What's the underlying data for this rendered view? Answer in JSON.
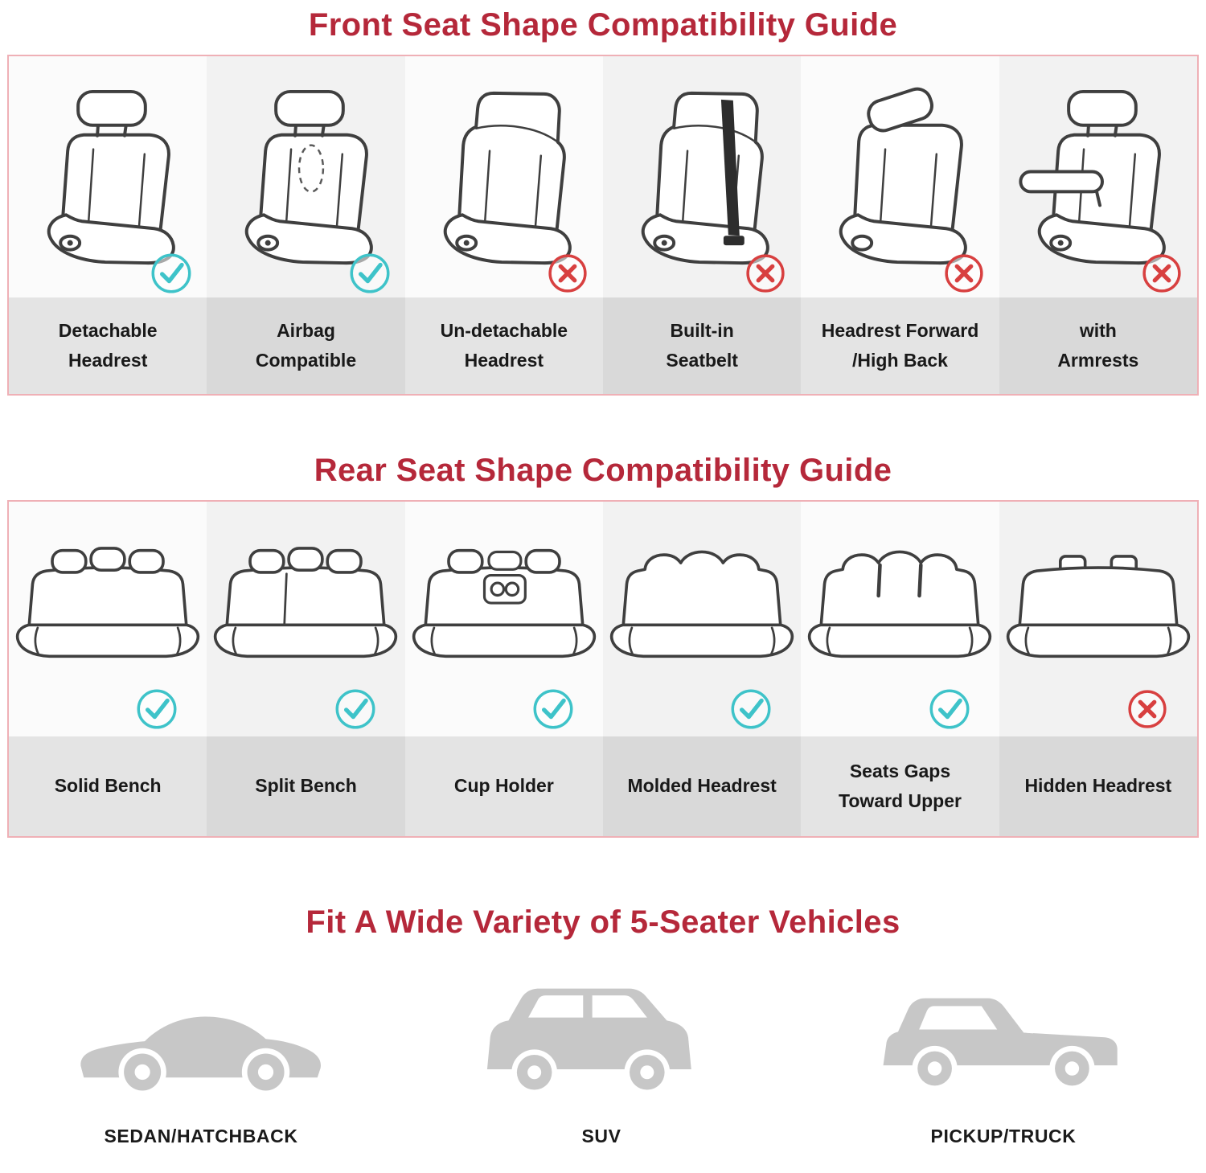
{
  "colors": {
    "title_red": "#b5283a",
    "check_teal": "#3ec3c9",
    "cross_red": "#d84040",
    "panel_border_pink": "#efb0b6",
    "label_strip_gray": "#e4e4e4",
    "vehicle_gray": "#c7c7c7"
  },
  "front_guide": {
    "title": "Front Seat Shape Compatibility Guide",
    "items": [
      {
        "label1": "Detachable",
        "label2": "Headrest",
        "status": "check",
        "icon": "seat-detachable-headrest-icon"
      },
      {
        "label1": "Airbag",
        "label2": "Compatible",
        "status": "check",
        "icon": "seat-airbag-compatible-icon"
      },
      {
        "label1": "Un-detachable",
        "label2": "Headrest",
        "status": "cross",
        "icon": "seat-undetachable-headrest-icon"
      },
      {
        "label1": "Built-in",
        "label2": "Seatbelt",
        "status": "cross",
        "icon": "seat-builtin-seatbelt-icon"
      },
      {
        "label1": "Headrest Forward",
        "label2": "/High Back",
        "status": "cross",
        "icon": "seat-headrest-forward-icon"
      },
      {
        "label1": "with",
        "label2": "Armrests",
        "status": "cross",
        "icon": "seat-with-armrests-icon"
      }
    ]
  },
  "rear_guide": {
    "title": "Rear Seat Shape Compatibility Guide",
    "items": [
      {
        "label1": "Solid Bench",
        "label2": "",
        "status": "check",
        "icon": "bench-solid-icon"
      },
      {
        "label1": "Split Bench",
        "label2": "",
        "status": "check",
        "icon": "bench-split-icon"
      },
      {
        "label1": "Cup Holder",
        "label2": "",
        "status": "check",
        "icon": "bench-cup-holder-icon"
      },
      {
        "label1": "Molded Headrest",
        "label2": "",
        "status": "check",
        "icon": "bench-molded-headrest-icon"
      },
      {
        "label1": "Seats Gaps",
        "label2": "Toward Upper",
        "status": "check",
        "icon": "bench-seat-gaps-icon"
      },
      {
        "label1": "Hidden Headrest",
        "label2": "",
        "status": "cross",
        "icon": "bench-hidden-headrest-icon"
      }
    ]
  },
  "vehicles": {
    "title": "Fit A Wide Variety of 5-Seater Vehicles",
    "items": [
      {
        "label": "SEDAN/HATCHBACK",
        "icon": "sedan-silhouette-icon"
      },
      {
        "label": "SUV",
        "icon": "suv-silhouette-icon"
      },
      {
        "label": "PICKUP/TRUCK",
        "icon": "pickup-silhouette-icon"
      }
    ]
  }
}
